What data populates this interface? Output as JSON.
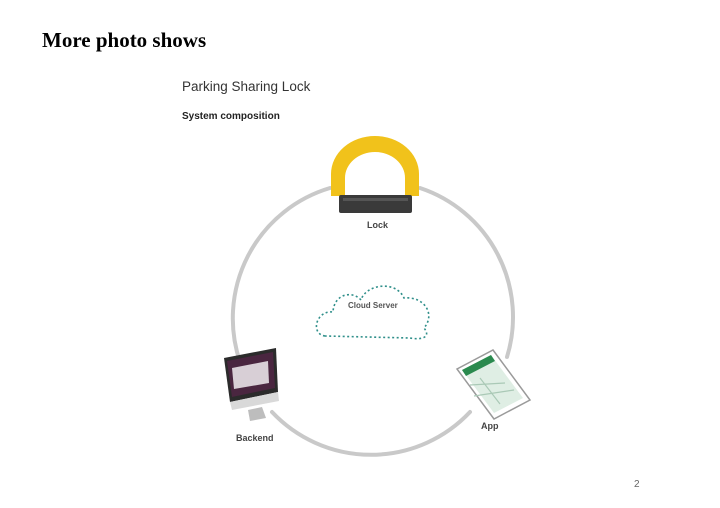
{
  "heading": "More photo shows",
  "slide": {
    "title": "Parking Sharing Lock",
    "subtitle": "System composition"
  },
  "diagram": {
    "nodes": {
      "lock": "Lock",
      "cloud": "Cloud Server",
      "backend": "Backend",
      "app": "App"
    }
  },
  "page_number": "2",
  "colors": {
    "lock_yellow": "#f1c21b",
    "lock_base": "#3a3a3a",
    "ring": "#c9c9c9",
    "cloud_dots": "#2f8f8a",
    "monitor_screen": "#4a2640",
    "phone_map": "#dfeee4"
  }
}
